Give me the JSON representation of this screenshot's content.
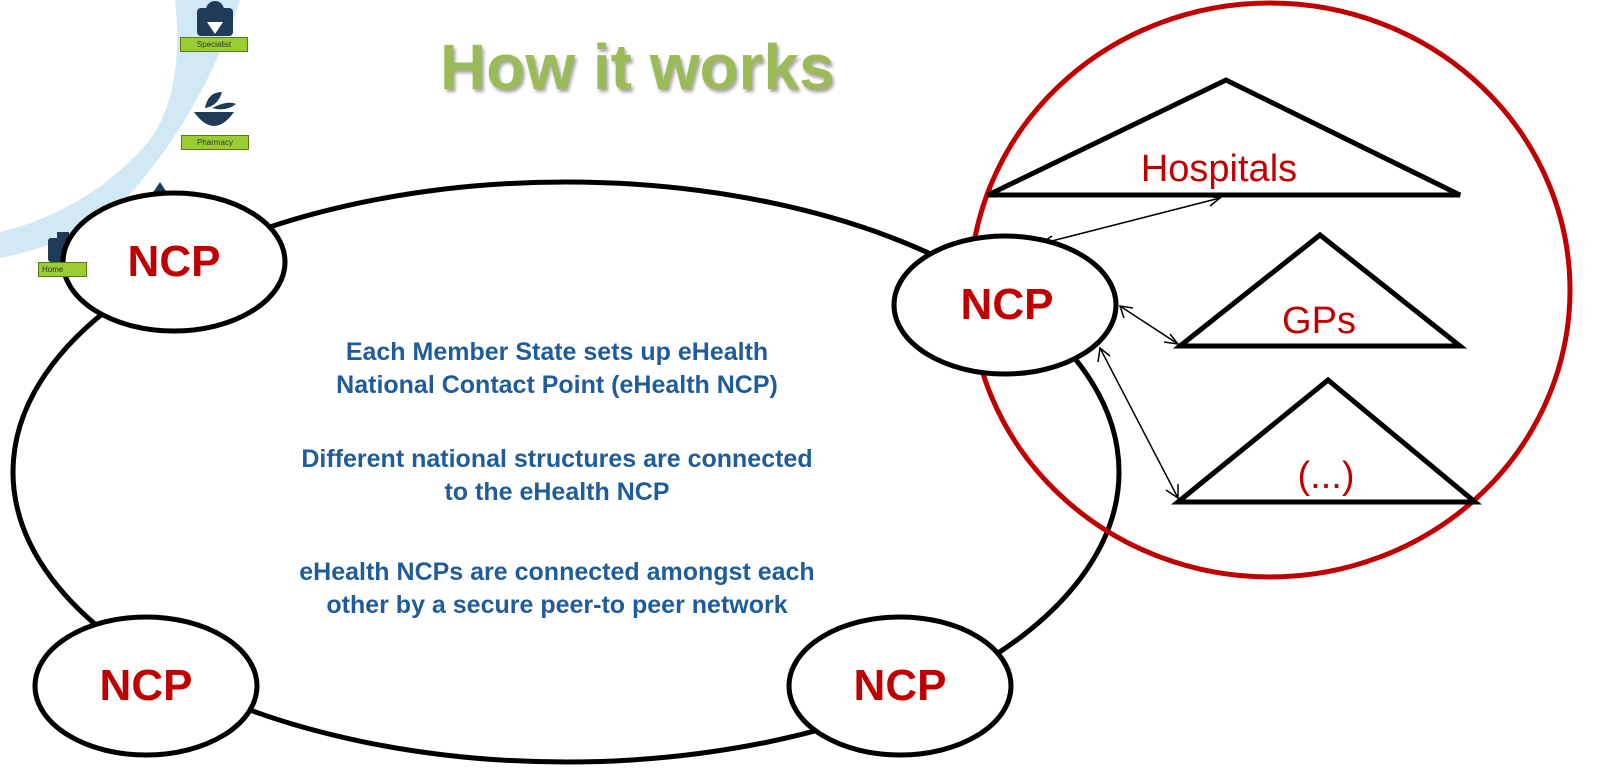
{
  "title": "How it works",
  "description": [
    "Each Member State sets up eHealth",
    "National Contact Point (eHealth NCP)",
    "Different national structures are connected",
    "to the eHealth NCP",
    "eHealth NCPs are connected amongst each",
    "other by a secure peer-to peer network"
  ],
  "ncp_nodes": [
    "NCP",
    "NCP",
    "NCP",
    "NCP"
  ],
  "structures": [
    "Hospitals",
    "GPs",
    "(...)"
  ],
  "background_icons": [
    "Specialist",
    "Pharmacy",
    "Home"
  ],
  "colors": {
    "title": "#9bbb59",
    "text": "#1f5c99",
    "ncp": "#c00000",
    "circle": "#c00000",
    "arc": "#cce6f4"
  }
}
